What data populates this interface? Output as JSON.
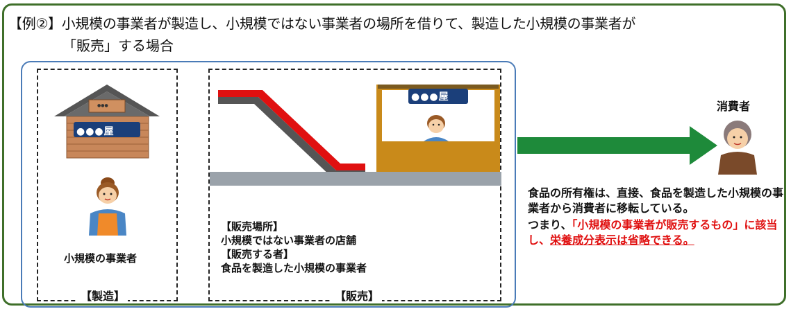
{
  "title": {
    "line1": "【例②】小規模の事業者が製造し、小規模ではない事業者の場所を借りて、製造した小規模の事業者が",
    "line2": "「販売」する場合"
  },
  "manufacture": {
    "shop_sign": "●●●屋",
    "roof_sign": "●●●",
    "person_label": "小規模の事業者",
    "box_label": "【製造】"
  },
  "sales": {
    "stall_sign": "●●●屋",
    "place_heading": "【販売場所】",
    "place_value": "小規模ではない事業者の店舗",
    "seller_heading": "【販売する者】",
    "seller_value": "食品を製造した小規模の事業者",
    "box_label": "【販売】"
  },
  "consumer": {
    "label": "消費者"
  },
  "explanation": {
    "p1": "食品の所有権は、直接、食品を製造した小規模の事業者から消費者に移転している。",
    "p2_prefix": "つまり、",
    "p2_red": "「小規模の事業者が販売するもの」に該当し、",
    "p2_underline": "栄養成分表示は省略できる。"
  },
  "colors": {
    "border_green": "#3f6f2a",
    "arrow_green": "#1e8a3a",
    "inner_blue": "#4a7bb7",
    "accent_red": "#e01010"
  }
}
